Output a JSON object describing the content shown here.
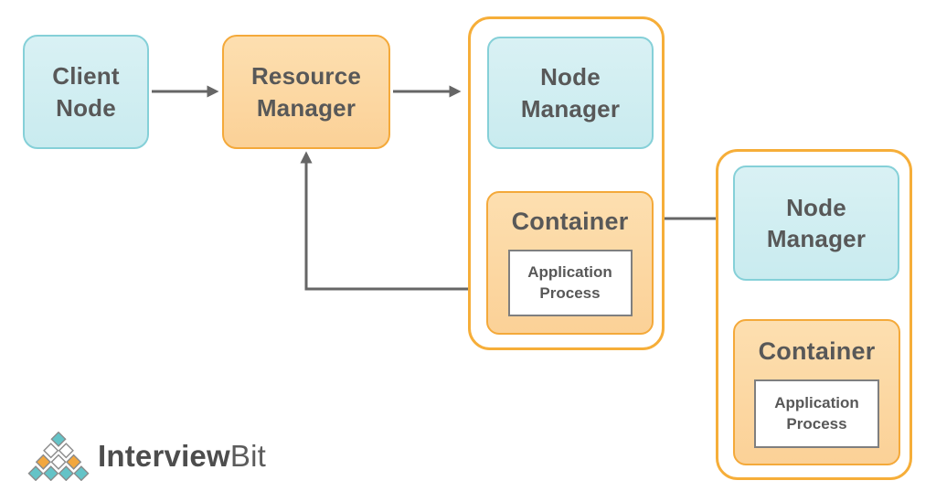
{
  "nodes": {
    "client_node": {
      "label": "Client\nNode"
    },
    "resource_manager": {
      "label": "Resource\nManager"
    },
    "group1": {
      "node_manager": {
        "label": "Node\nManager"
      },
      "container": {
        "label": "Container"
      },
      "application_process": {
        "label": "Application\nProcess"
      }
    },
    "group2": {
      "node_manager": {
        "label": "Node\nManager"
      },
      "container": {
        "label": "Container"
      },
      "application_process": {
        "label": "Application\nProcess"
      }
    }
  },
  "branding": {
    "name_bold": "Interview",
    "name_light": "Bit"
  },
  "colors": {
    "teal_fill": "#cfeef2",
    "teal_border": "#85d0d8",
    "orange_fill": "#fcd9a3",
    "orange_border": "#f4a93a",
    "group_border": "#f6ae39",
    "arrow": "#666666",
    "text": "#585858",
    "app_border": "#7f7f7f",
    "logo_teal": "#64c3c7",
    "logo_orange": "#f2a73e"
  }
}
